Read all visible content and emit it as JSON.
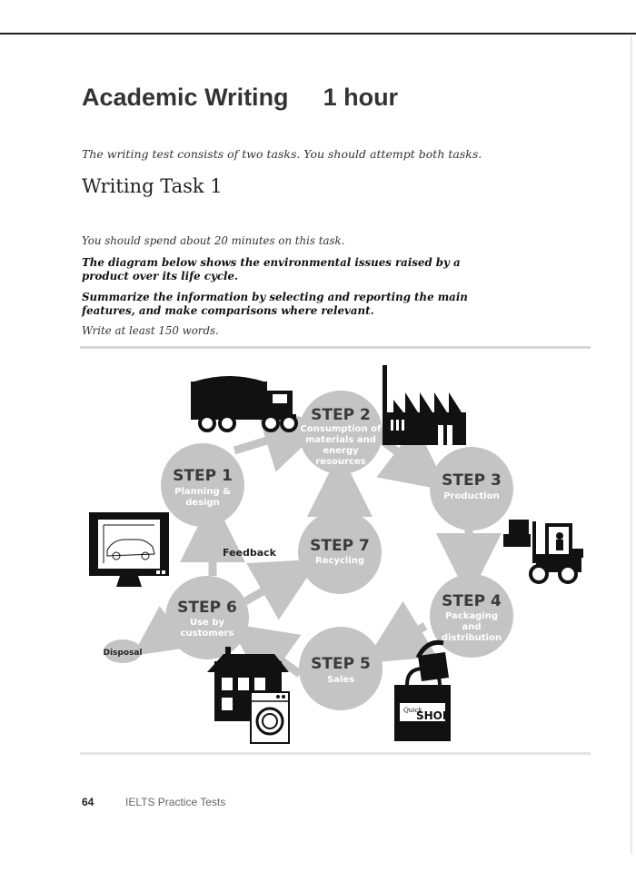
{
  "header": {
    "title": "Academic Writing",
    "duration": "1 hour"
  },
  "intro": "The writing test consists of two tasks. You should attempt both tasks.",
  "task": {
    "heading": "Writing Task 1",
    "time_instruction": "You should spend about 20 minutes on this task.",
    "prompt": "The diagram below shows the environmental issues raised by a product over its life cycle.",
    "summarize": "Summarize the information by selecting and reporting the main features, and make comparisons where relevant.",
    "word_count": "Write at least 150 words."
  },
  "diagram": {
    "circle_color": "#c4c4c4",
    "arrow_color": "#c4c4c4",
    "steps": [
      {
        "number": "STEP 1",
        "label_lines": [
          "Planning &",
          "design"
        ]
      },
      {
        "number": "STEP 2",
        "label_lines": [
          "Consumption of",
          "materials and",
          "energy",
          "resources"
        ]
      },
      {
        "number": "STEP 3",
        "label_lines": [
          "Production"
        ]
      },
      {
        "number": "STEP 4",
        "label_lines": [
          "Packaging",
          "and",
          "distribution"
        ]
      },
      {
        "number": "STEP 5",
        "label_lines": [
          "Sales"
        ]
      },
      {
        "number": "STEP 6",
        "label_lines": [
          "Use by",
          "customers"
        ]
      },
      {
        "number": "STEP 7",
        "label_lines": [
          "Recycling"
        ]
      }
    ],
    "feedback_label": "Feedback",
    "disposal_label": "Disposal",
    "shop_sign_small": "Quick",
    "shop_sign_big": "SHOP",
    "icons": [
      "truck-icon",
      "factory-icon",
      "forklift-icon",
      "shopping-bag-icon",
      "house-icon",
      "washing-machine-icon",
      "computer-monitor-icon"
    ]
  },
  "footer": {
    "page_number": "64",
    "book_title": "IELTS Practice Tests"
  }
}
